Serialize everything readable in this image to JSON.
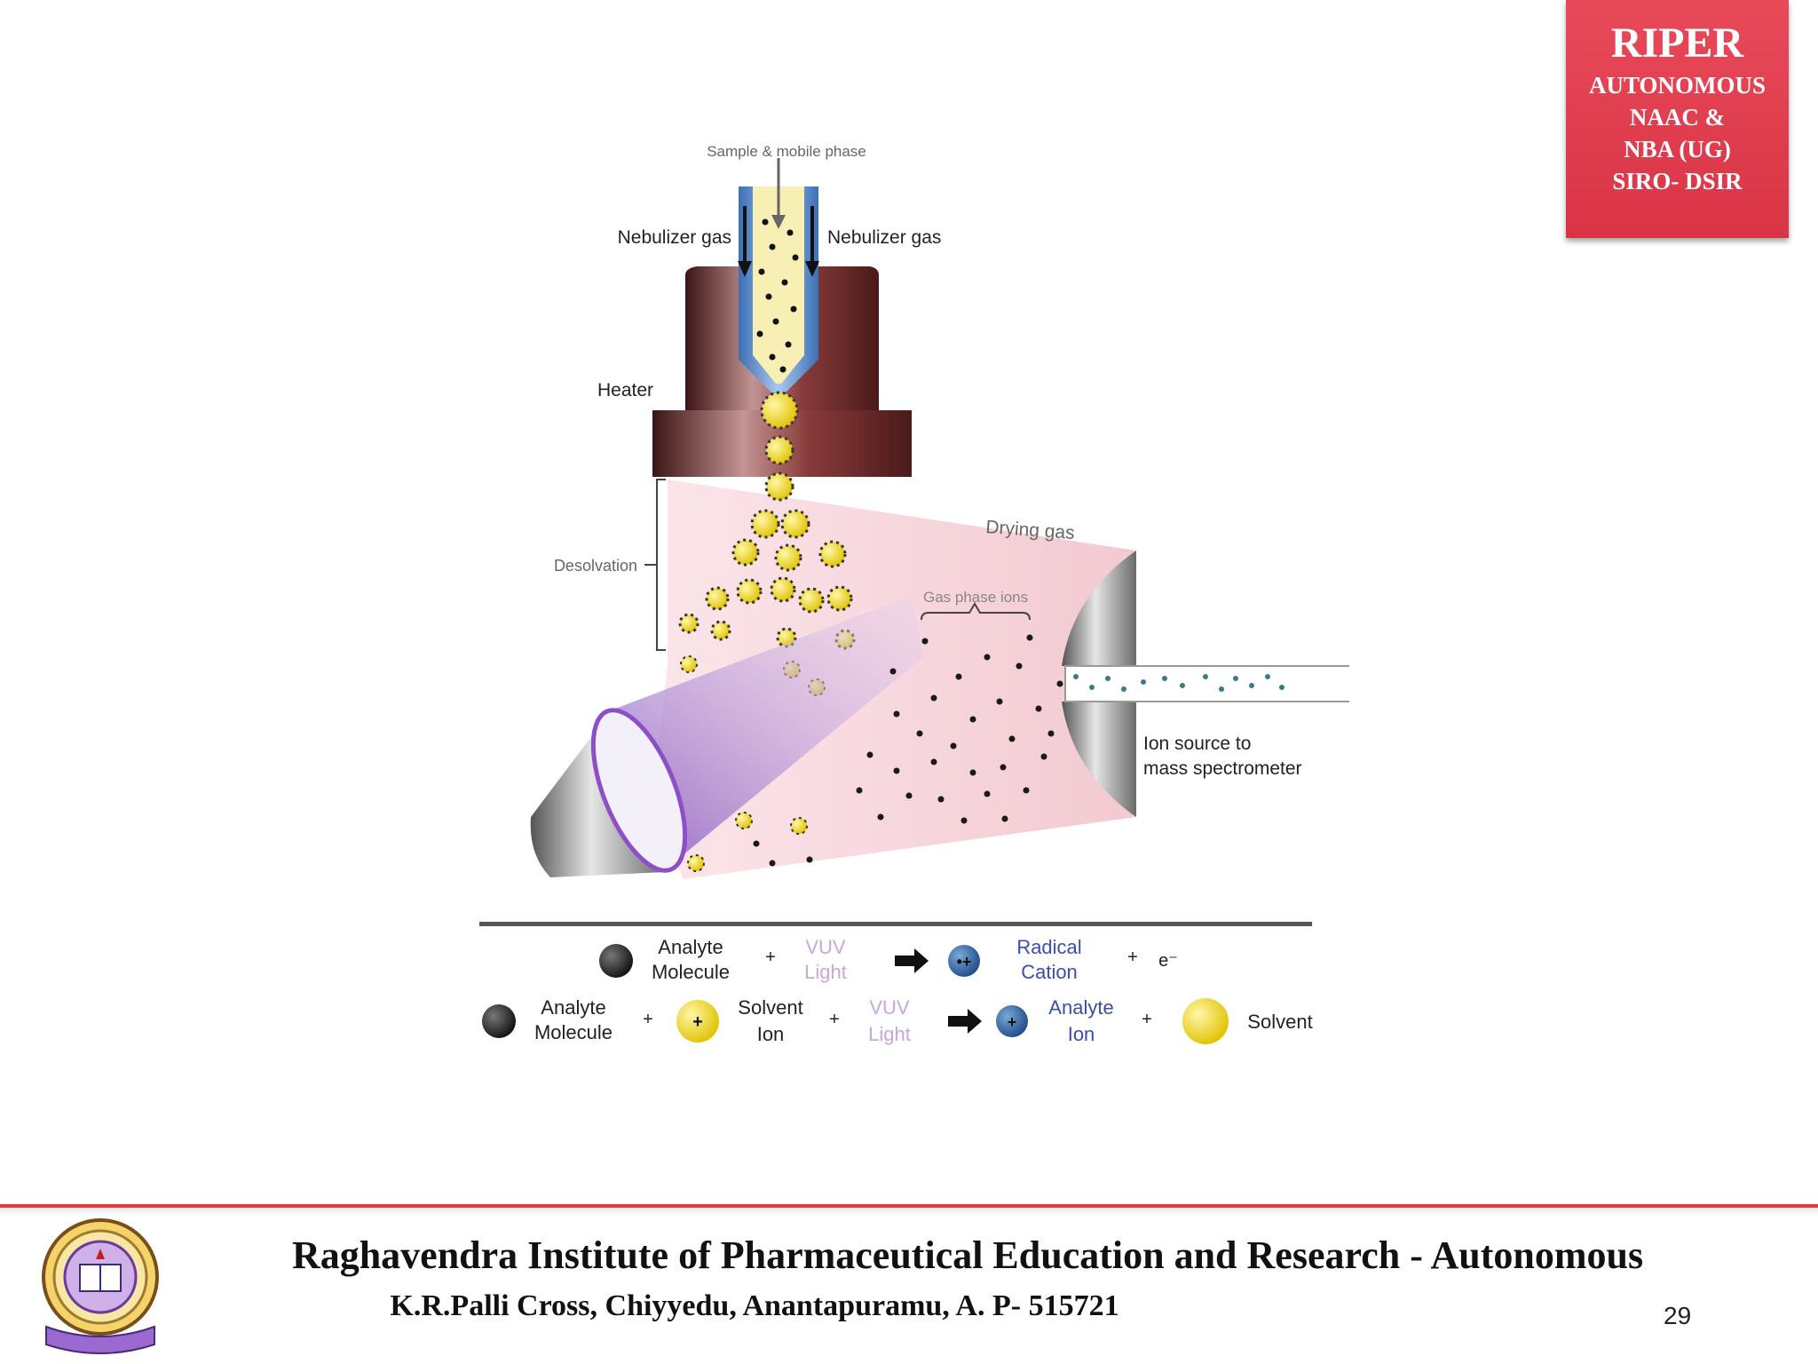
{
  "badge": {
    "title": "RIPER",
    "lines": [
      "AUTONOMOUS",
      "NAAC &",
      "NBA (UG)",
      "SIRO- DSIR"
    ]
  },
  "diagram": {
    "sample_label": "Sample & mobile phase",
    "nebulizer_left": "Nebulizer gas",
    "nebulizer_right": "Nebulizer gas",
    "heater": "Heater",
    "desolvation": "Desolvation",
    "drying_gas": "Drying gas",
    "gas_phase_ions": "Gas phase ions",
    "ion_source_1": "Ion source to",
    "ion_source_2": "mass spectrometer"
  },
  "legend": {
    "row1": {
      "analyte_1": "Analyte",
      "analyte_2": "Molecule",
      "plus_a": "+",
      "vuv_1": "VUV",
      "vuv_2": "Light",
      "radical_1": "Radical",
      "radical_2": "Cation",
      "plus_b": "+",
      "electron": "e⁻"
    },
    "row2": {
      "analyte_1": "Analyte",
      "analyte_2": "Molecule",
      "plus_a": "+",
      "solvent_ion_1": "Solvent",
      "solvent_ion_2": "Ion",
      "plus_b": "+",
      "vuv_1": "VUV",
      "vuv_2": "Light",
      "analyte_ion_1": "Analyte",
      "analyte_ion_2": "Ion",
      "plus_c": "+",
      "solvent": "Solvent"
    }
  },
  "footer": {
    "institution": "Raghavendra Institute of Pharmaceutical Education and Research - Autonomous",
    "address": "K.R.Palli Cross, Chiyyedu, Anantapuramu, A. P- 515721",
    "page_number": "29"
  },
  "colors": {
    "badge": "#d93446",
    "footer_rule": "#e53935",
    "heater": "#7a2a2a",
    "droplet": "#e8cf1e",
    "lamp_beam": "#b07fd8",
    "plume": "#f6d9de",
    "legend_blue": "#3a4fa8"
  },
  "icons": [
    "droplet-icon",
    "lamp-icon",
    "arrow-icon",
    "molecule-icon",
    "ion-icon",
    "seal-logo-icon"
  ]
}
